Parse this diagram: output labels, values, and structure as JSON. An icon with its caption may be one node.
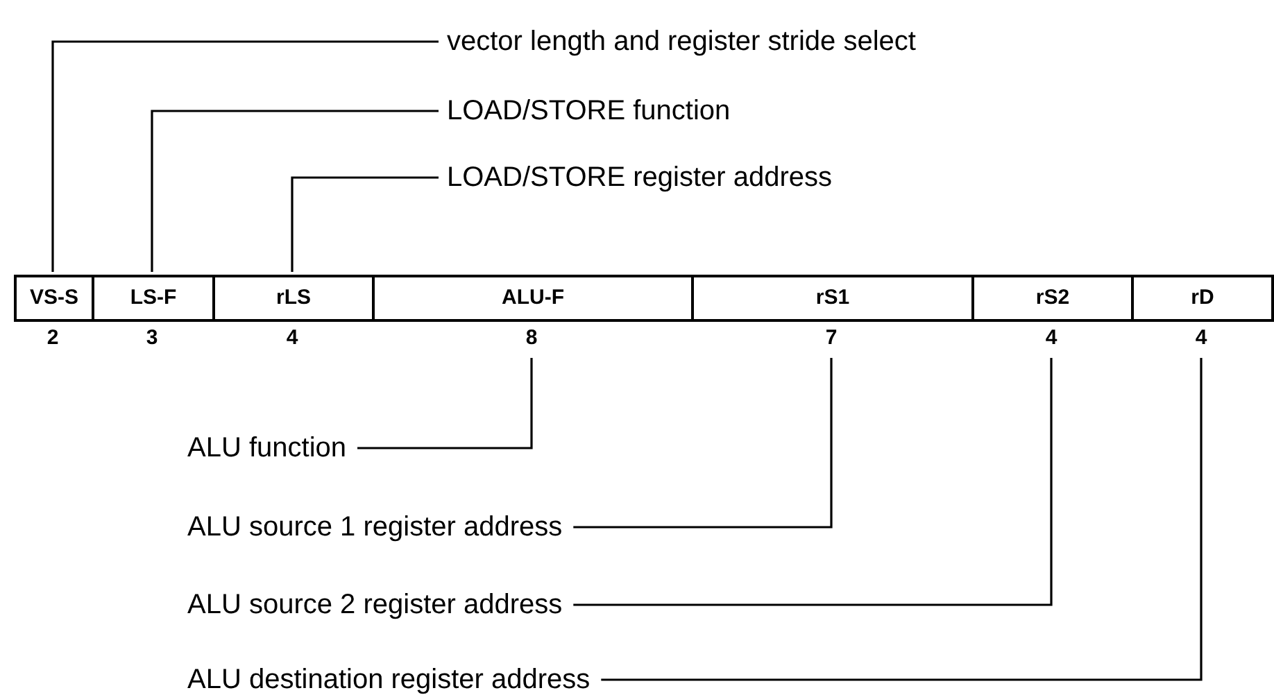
{
  "diagram": {
    "nodes": [
      {
        "text": [
          "vector length and register stride select"
        ]
      },
      {
        "text": [
          "LOAD/STORE function"
        ]
      },
      {
        "text": [
          "LOAD/STORE register address"
        ]
      },
      {
        "text": [
          "VS-S"
        ],
        "beside": [
          "2"
        ]
      },
      {
        "text": [
          "LS-F"
        ],
        "beside": [
          "3"
        ]
      },
      {
        "text": [
          "rLS"
        ],
        "beside": [
          "4"
        ]
      },
      {
        "text": [
          "ALU-F"
        ],
        "beside": [
          "8"
        ]
      },
      {
        "text": [
          "rS1"
        ],
        "beside": [
          "7"
        ]
      },
      {
        "text": [
          "rS2"
        ],
        "beside": [
          "4"
        ]
      },
      {
        "text": [
          "rD"
        ],
        "beside": [
          "4"
        ]
      },
      {
        "text": [
          "ALU function"
        ]
      },
      {
        "text": [
          "ALU source 1 register address"
        ]
      },
      {
        "text": [
          "ALU source 2 register address"
        ]
      },
      {
        "text": [
          "ALU destination register address"
        ]
      }
    ],
    "edges": [
      {
        "from": 0,
        "to": 3,
        "arrow": "none"
      },
      {
        "from": 1,
        "to": 4,
        "arrow": "none"
      },
      {
        "from": 2,
        "to": 5,
        "arrow": "none"
      },
      {
        "from": 10,
        "to": 6,
        "arrow": "none"
      },
      {
        "from": 11,
        "to": 7,
        "arrow": "none"
      },
      {
        "from": 12,
        "to": 8,
        "arrow": "none"
      },
      {
        "from": 13,
        "to": 9,
        "arrow": "none"
      }
    ]
  }
}
